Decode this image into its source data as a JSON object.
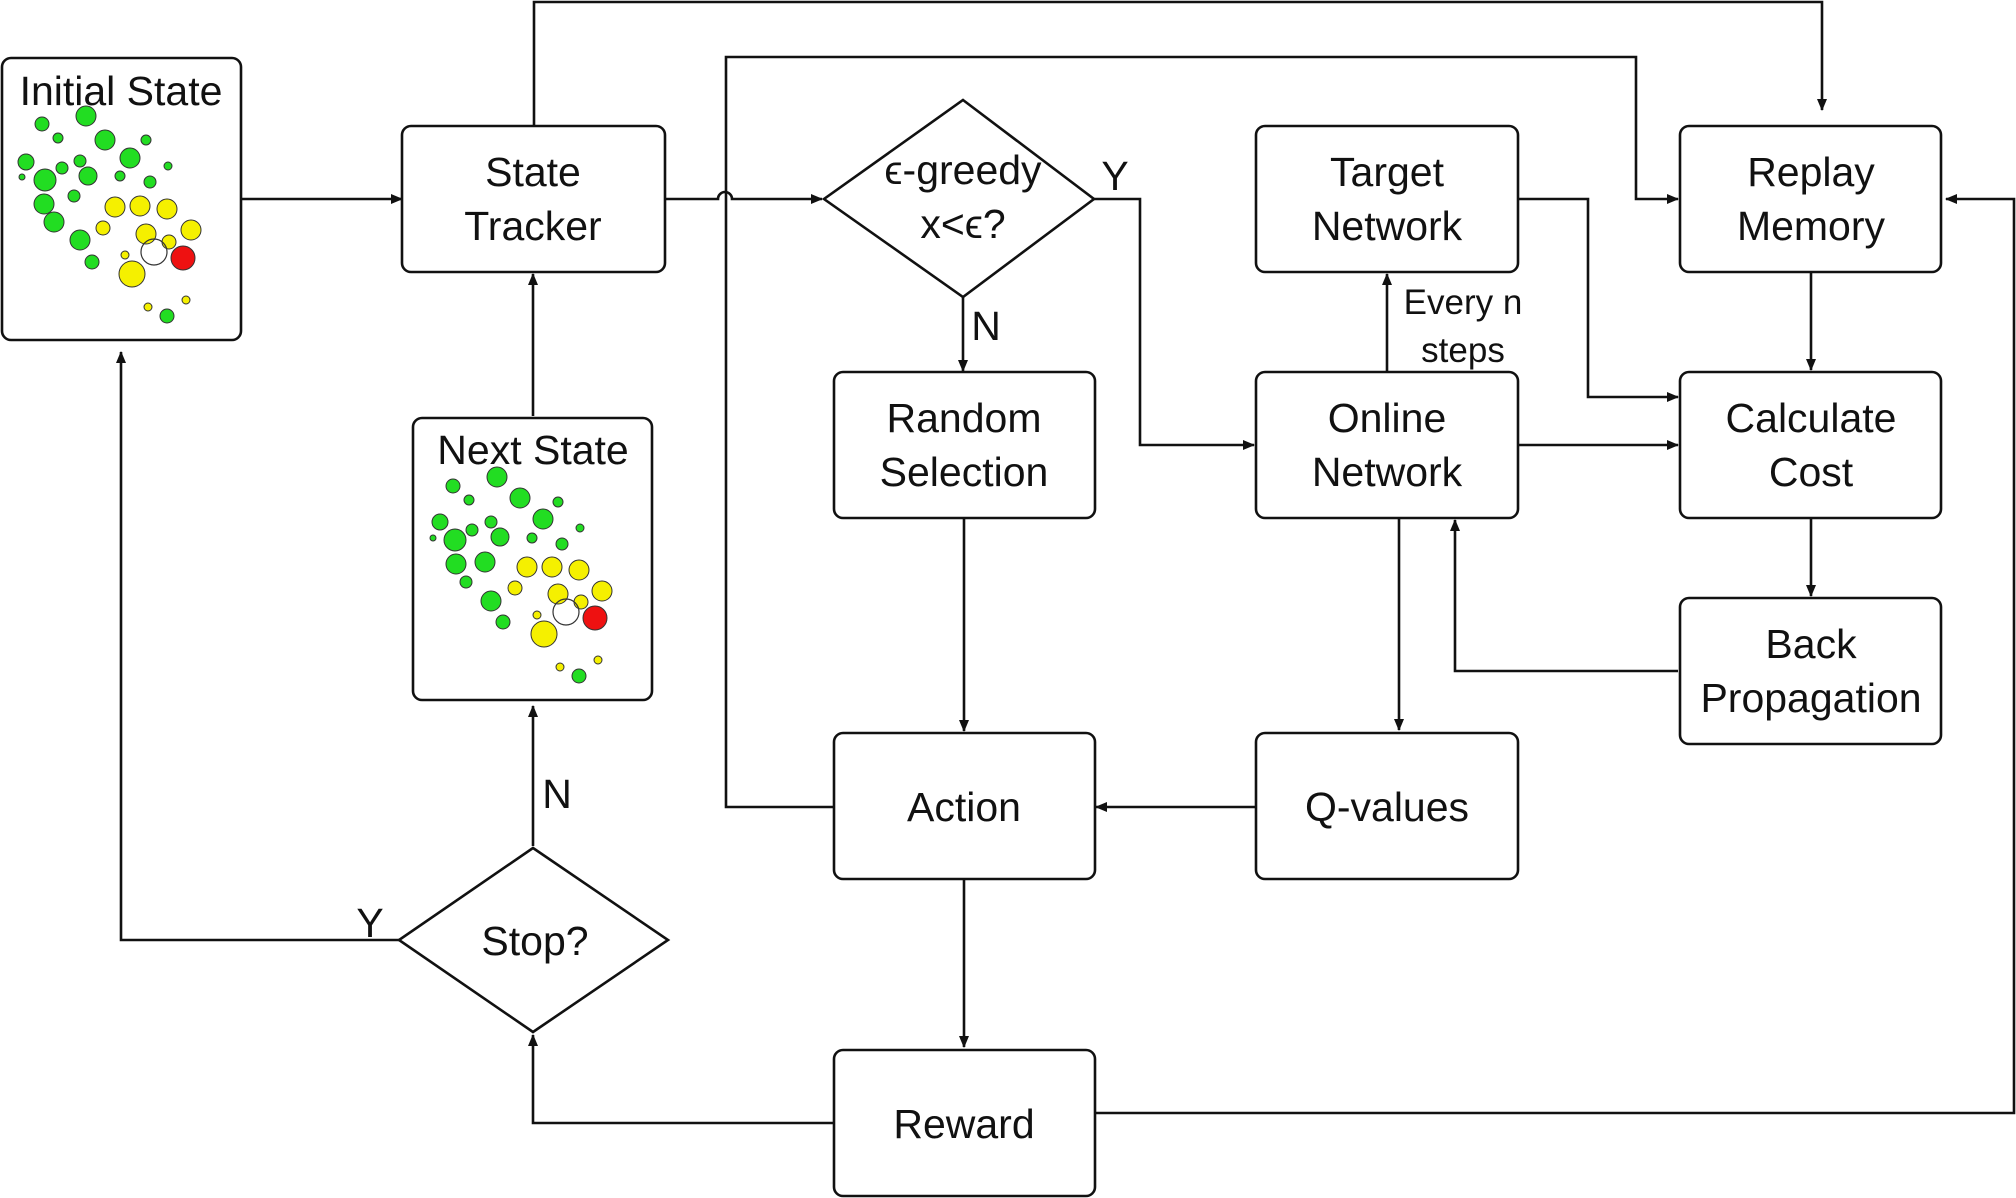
{
  "nodes": {
    "initial_state": "Initial State",
    "state_tracker": [
      "State",
      "Tracker"
    ],
    "next_state": "Next State",
    "egreedy": [
      "ϵ-greedy",
      "x<ϵ?"
    ],
    "random_selection": [
      "Random",
      "Selection"
    ],
    "target_network": [
      "Target",
      "Network"
    ],
    "online_network": [
      "Online",
      "Network"
    ],
    "replay_memory": [
      "Replay",
      "Memory"
    ],
    "calculate_cost": [
      "Calculate",
      "Cost"
    ],
    "back_propagation": [
      "Back",
      "Propagation"
    ],
    "action": "Action",
    "q_values": "Q-values",
    "reward": "Reward",
    "stop": "Stop?"
  },
  "edge_labels": {
    "egreedy_yes": "Y",
    "egreedy_no": "N",
    "stop_yes": "Y",
    "stop_no": "N",
    "every_n_steps": [
      "Every n",
      "steps"
    ]
  },
  "colors": {
    "green": "#22dd22",
    "yellow": "#f5f000",
    "red": "#ee1111",
    "stroke": "#111111"
  }
}
